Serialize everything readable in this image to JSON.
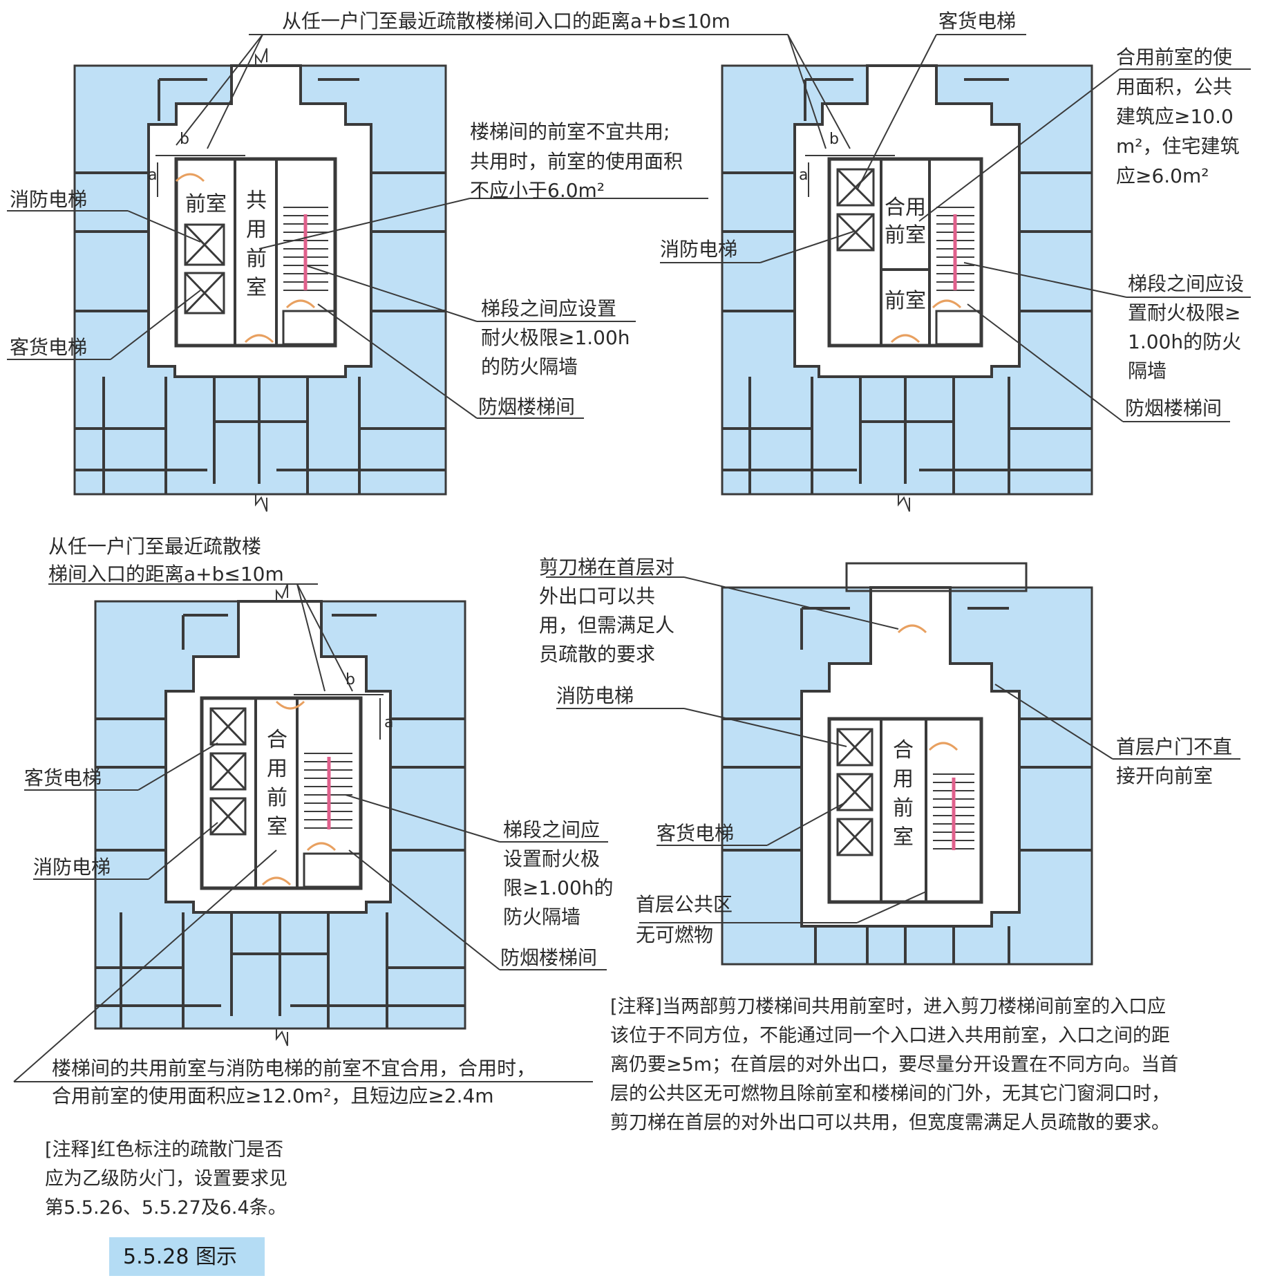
{
  "colors": {
    "apartment_fill": "#bfe0f6",
    "wall": "#3a3a3a",
    "core_fill": "#ffffff",
    "fire_door": "#e8a060",
    "partition": "#e0608c",
    "caption_bg": "#b4dcf4"
  },
  "icons": [
    "elevator-cross-icon",
    "stair-icon",
    "door-swing-icon",
    "break-line-icon"
  ],
  "plan1": {
    "distance": "从任一户门至最近疏散楼梯间入口的距离a+b≤10m",
    "dim_a": "a",
    "dim_b": "b",
    "room_front": "前室",
    "room_shared": [
      "共",
      "用",
      "前",
      "室"
    ],
    "fire_elevator": "消防电梯",
    "freight_elevator": "客货电梯",
    "note_shared": [
      "楼梯间的前室不宜共用;",
      "共用时，前室的使用面积",
      "不应小于6.0m²"
    ],
    "note_wall": [
      "梯段之间应设置",
      "耐火极限≥1.00h",
      "的防火隔墙"
    ],
    "smoke_stair": "防烟楼梯间"
  },
  "plan2": {
    "freight_elevator": "客货电梯",
    "dim_a": "a",
    "dim_b": "b",
    "note_area": [
      "合用前室的使",
      "用面积，公共",
      "建筑应≥10.0",
      "m²，住宅建筑",
      "应≥6.0m²"
    ],
    "room_combined": [
      "合用",
      "前室"
    ],
    "room_front": "前室",
    "fire_elevator": "消防电梯",
    "note_wall": [
      "梯段之间应设",
      "置耐火极限≥",
      "1.00h的防火",
      "隔墙"
    ],
    "smoke_stair": "防烟楼梯间"
  },
  "plan3": {
    "distance": [
      "从任一户门至最近疏散楼",
      "梯间入口的距离a+b≤10m"
    ],
    "dim_a": "a",
    "dim_b": "b",
    "room_combined": [
      "合",
      "用",
      "前",
      "室"
    ],
    "freight_elevator": "客货电梯",
    "fire_elevator": "消防电梯",
    "note_wall": [
      "梯段之间应",
      "设置耐火极",
      "限≥1.00h的",
      "防火隔墙"
    ],
    "smoke_stair": "防烟楼梯间",
    "note_combined": [
      "楼梯间的共用前室与消防电梯的前室不宜合用，合用时，",
      "合用前室的使用面积应≥12.0m²，且短边应≥2.4m"
    ]
  },
  "plan4": {
    "note_exit": [
      "剪刀梯在首层对",
      "外出口可以共",
      "用，但需满足人",
      "员疏散的要求"
    ],
    "fire_elevator": "消防电梯",
    "freight_elevator": "客货电梯",
    "room_combined": [
      "合",
      "用",
      "前",
      "室"
    ],
    "note_door": [
      "首层户门不直",
      "接开向前室"
    ],
    "note_public": [
      "首层公共区",
      "无可燃物"
    ]
  },
  "note_scissor": [
    "[注释]当两部剪刀楼梯间共用前室时，进入剪刀楼梯间前室的入口应",
    "该位于不同方位，不能通过同一个入口进入共用前室，入口之间的距",
    "离仍要≥5m；在首层的对外出口，要尽量分开设置在不同方向。当首",
    "层的公共区无可燃物且除前室和楼梯间的门外，无其它门窗洞口时，",
    "剪刀梯在首层的对外出口可以共用，但宽度需满足人员疏散的要求。"
  ],
  "note_red": [
    "[注释]红色标注的疏散门是否",
    "应为乙级防火门，设置要求见",
    "第5.5.26、5.5.27及6.4条。"
  ],
  "caption": "5.5.28 图示"
}
